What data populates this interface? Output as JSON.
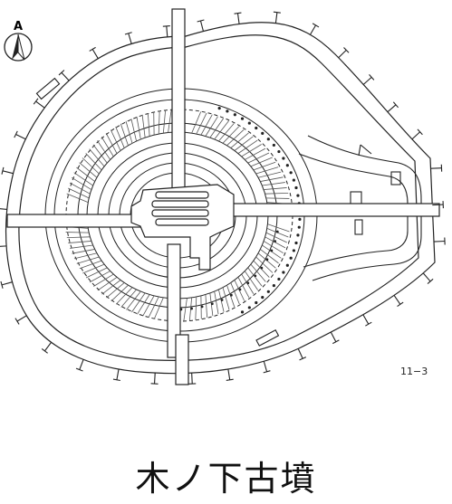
{
  "map": {
    "figure_number": "11−3",
    "north_label": "A",
    "caption": "木ノ下古墳",
    "colors": {
      "ink": "#222222",
      "paper": "#ffffff",
      "hatch": "#555555"
    }
  }
}
